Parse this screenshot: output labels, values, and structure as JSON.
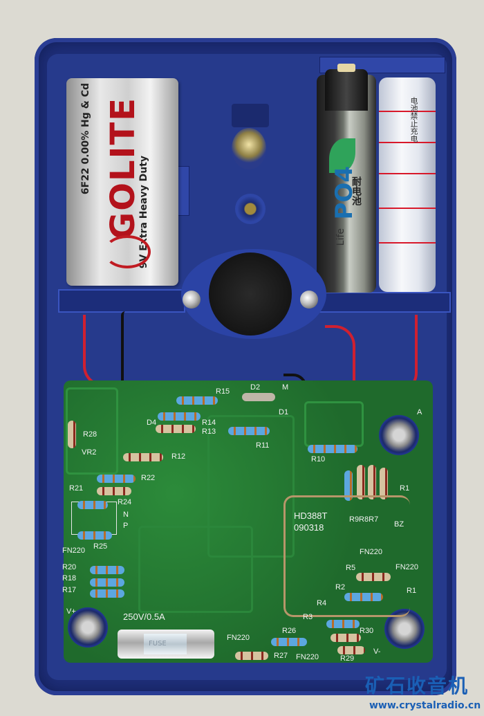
{
  "battery_9v": {
    "brand": "GOLITE",
    "spec": "6F22 0.00% Hg & Cd",
    "duty": "9V Extra Heavy Duty"
  },
  "battery_aa1": {
    "brand": "PO4",
    "cn_text": "耐电池",
    "life": "Life"
  },
  "battery_aa2": {
    "text": "电池禁止充电"
  },
  "pcb": {
    "model": "HD388T",
    "date": "090318",
    "voltage_label": "250V/0.5A",
    "fuse_print": "FUSE",
    "labels": {
      "r15": "R15",
      "d2": "D2",
      "m": "M",
      "d4": "D4",
      "r14": "R14",
      "r13": "R13",
      "d1": "D1",
      "r28": "R28",
      "vr2": "VR2",
      "r12": "R12",
      "r11": "R11",
      "r10": "R10",
      "a": "A",
      "r22": "R22",
      "r21": "R21",
      "r24": "R24",
      "n": "N",
      "p": "P",
      "r25": "R25",
      "r1": "R1",
      "r9r8r7": "R9R8R7",
      "bz": "BZ",
      "fn220_a": "FN220",
      "fn220_b": "FN220",
      "r20": "R20",
      "r18": "R18",
      "r17": "R17",
      "r5": "R5",
      "fn220_c": "FN220",
      "r2": "R2",
      "r1b": "R1",
      "r4": "R4",
      "vplus": "V+",
      "r3": "R3",
      "r30": "R30",
      "r26": "R26",
      "fn220_d": "FN220",
      "r27": "R27",
      "fn220_e": "FN220",
      "r29": "R29",
      "vminus": "V-"
    }
  },
  "watermark": {
    "cn": "矿石收音机",
    "url": "www.crystalradio.cn"
  }
}
